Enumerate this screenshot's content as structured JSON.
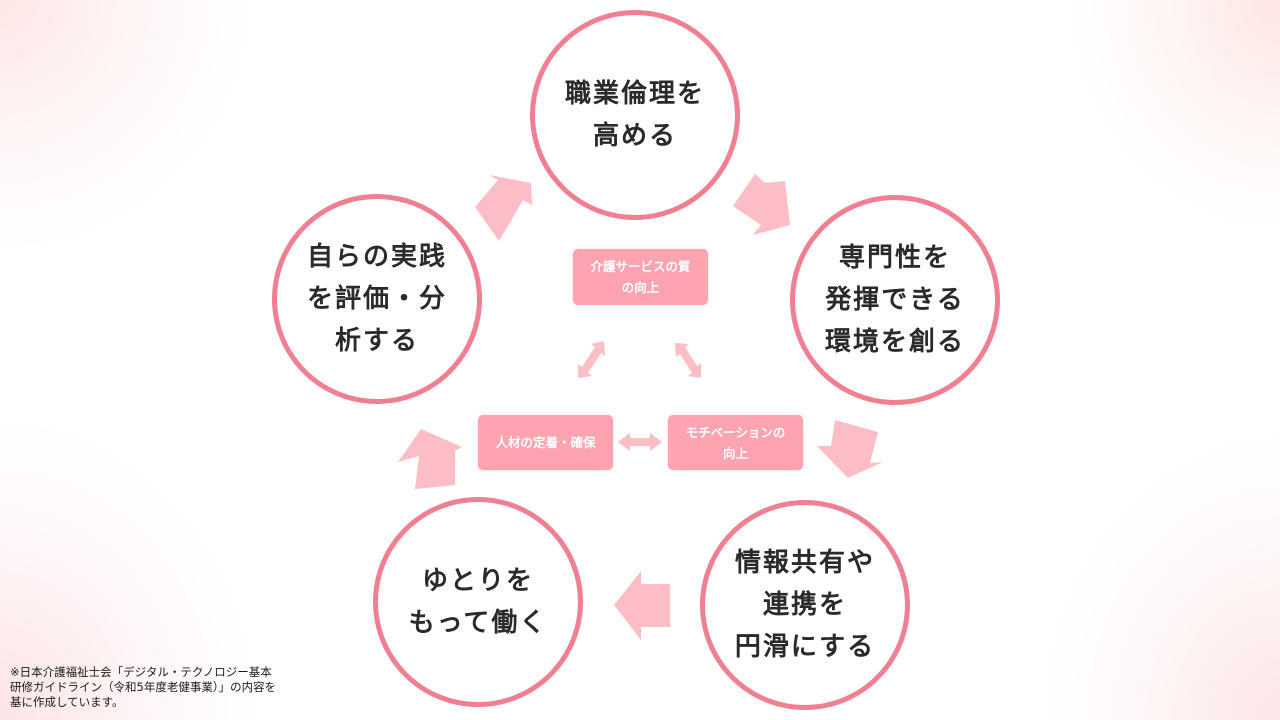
{
  "colors": {
    "circle_border": "#f07f92",
    "arrow_fill": "#fdbdc6",
    "box_fill": "#fda4b0",
    "text_dark": "#2a2a2a",
    "box_text": "#ffffff"
  },
  "cycle": {
    "nodes": [
      {
        "id": "professional-ethics",
        "lines": [
          "職業倫理を",
          "高める"
        ]
      },
      {
        "id": "expertise-environment",
        "lines": [
          "専門性を",
          "発揮できる",
          "環境を創る"
        ]
      },
      {
        "id": "info-sharing",
        "lines": [
          "情報共有や",
          "連携を",
          "円滑にする"
        ]
      },
      {
        "id": "work-with-margin",
        "lines": [
          "ゆとりを",
          "もって働く"
        ]
      },
      {
        "id": "self-evaluation",
        "lines": [
          "自らの実践",
          "を評価・分",
          "析する"
        ]
      }
    ],
    "arrows": [
      {
        "from": "self-evaluation",
        "to": "professional-ethics",
        "icon": "arrow-up-right-icon"
      },
      {
        "from": "professional-ethics",
        "to": "expertise-environment",
        "icon": "arrow-down-right-icon"
      },
      {
        "from": "expertise-environment",
        "to": "info-sharing",
        "icon": "arrow-down-icon"
      },
      {
        "from": "info-sharing",
        "to": "work-with-margin",
        "icon": "arrow-left-icon"
      },
      {
        "from": "work-with-margin",
        "to": "self-evaluation",
        "icon": "arrow-up-icon"
      }
    ]
  },
  "outcomes": {
    "quality": [
      "介護サービスの質",
      "の向上"
    ],
    "retention": [
      "人材の定着・確保"
    ],
    "motivation": [
      "モチベーションの",
      "向上"
    ],
    "links": [
      {
        "a": "quality",
        "b": "retention",
        "icon": "double-arrow-icon"
      },
      {
        "a": "quality",
        "b": "motivation",
        "icon": "double-arrow-icon"
      },
      {
        "a": "retention",
        "b": "motivation",
        "icon": "double-arrow-icon"
      }
    ]
  },
  "footnote": "※日本介護福祉士会「デジタル・テクノロジー基本研修ガイドライン（令和5年度老健事業）」の内容を基に作成しています。"
}
